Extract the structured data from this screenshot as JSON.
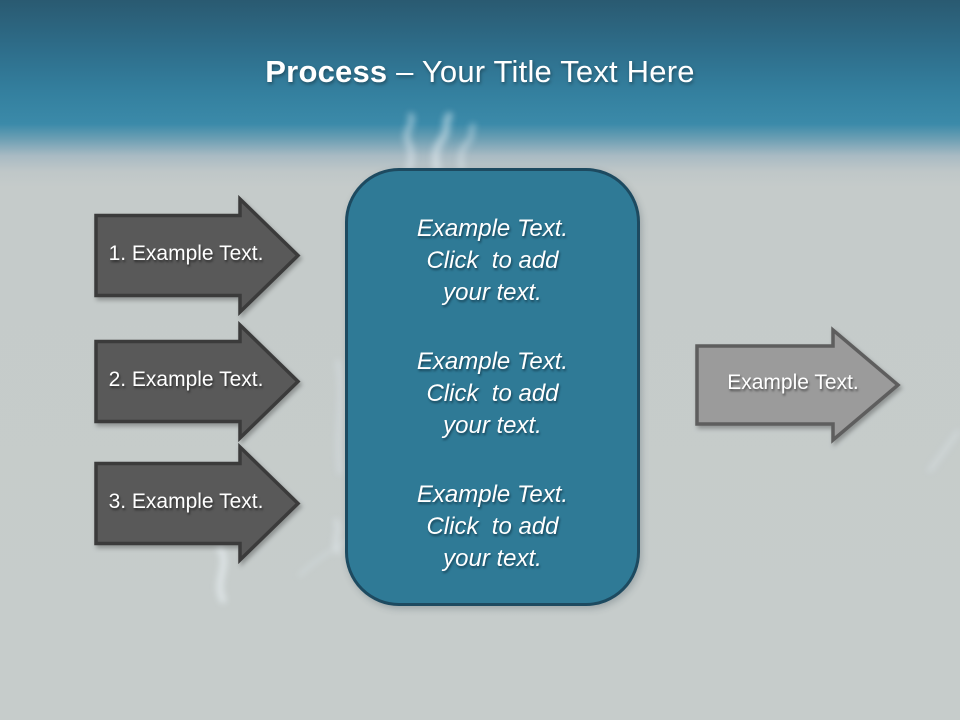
{
  "title": {
    "emphasis": "Process",
    "rest": "– Your Title Text Here"
  },
  "left_arrows": [
    {
      "label": "1. Example Text."
    },
    {
      "label": "2. Example Text."
    },
    {
      "label": "3. Example Text."
    }
  ],
  "right_arrow": {
    "label": "Example Text."
  },
  "center_box": {
    "blocks": [
      {
        "line1": "Example Text.",
        "line2": "Click  to add",
        "line3": "your text."
      },
      {
        "line1": "Example Text.",
        "line2": "Click  to add",
        "line3": "your text."
      },
      {
        "line1": "Example Text.",
        "line2": "Click  to add",
        "line3": "your text."
      }
    ]
  },
  "colors": {
    "header_blue_top": "#2a5a71",
    "header_blue_bottom": "#3b8aa9",
    "background_gray": "#c6cbca",
    "dark_arrow_fill": "#595959",
    "dark_arrow_border": "#3b3b3b",
    "light_arrow_fill": "#9b9b9b",
    "light_arrow_border": "#5e5e5e",
    "box_fill": "#2f7a96",
    "box_border": "#1d4a60",
    "text_white": "#ffffff"
  }
}
